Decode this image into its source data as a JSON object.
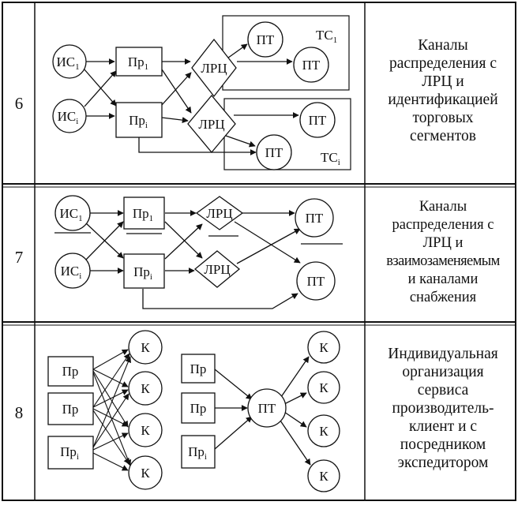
{
  "rows": [
    {
      "number": "6",
      "description": [
        "Каналы",
        "распределения с",
        "ЛРЦ и",
        "идентификацией",
        "торговых",
        "сегментов"
      ],
      "labels": {
        "is1": "ИС",
        "is1_sub": "1",
        "isi": "ИС",
        "isi_sub": "i",
        "pr1": "Пр",
        "pr1_sub": "1",
        "pri": "Пр",
        "pri_sub": "i",
        "lrc_top": "ЛРЦ",
        "lrc_bottom": "ЛРЦ",
        "pt_a": "ПТ",
        "pt_b": "ПТ",
        "pt_c": "ПТ",
        "pt_d": "ПТ",
        "tc1": "ТС",
        "tc1_sub": "1",
        "tci": "ТС",
        "tci_sub": "i"
      }
    },
    {
      "number": "7",
      "description": [
        "Каналы",
        "распределения с",
        "ЛРЦ и",
        "взаимозаменяемым",
        "и каналами",
        "снабжения"
      ],
      "labels": {
        "is1": "ИС",
        "is1_sub": "1",
        "isi": "ИС",
        "isi_sub": "i",
        "pr1": "Пр",
        "pr1_sub": "1",
        "pri": "Пр",
        "pri_sub": "i",
        "lrc_top": "ЛРЦ",
        "lrc_bottom": "ЛРЦ",
        "pt_top": "ПТ",
        "pt_bottom": "ПТ"
      }
    },
    {
      "number": "8",
      "description": [
        "Индивидуальная",
        "организация",
        "сервиса",
        "производитель-",
        "клиент и с",
        "посредником",
        "экспедитором"
      ],
      "labels": {
        "left_pr1": "Пр",
        "left_pr2": "Пр",
        "left_pri": "Пр",
        "left_pri_sub": "i",
        "left_k1": "К",
        "left_k2": "К",
        "left_k3": "К",
        "left_k4": "К",
        "right_pr1": "Пр",
        "right_pr2": "Пр",
        "right_pri": "Пр",
        "right_pri_sub": "i",
        "hub_pt": "ПТ",
        "right_k1": "К",
        "right_k2": "К",
        "right_k3": "К",
        "right_k4": "К"
      }
    }
  ]
}
